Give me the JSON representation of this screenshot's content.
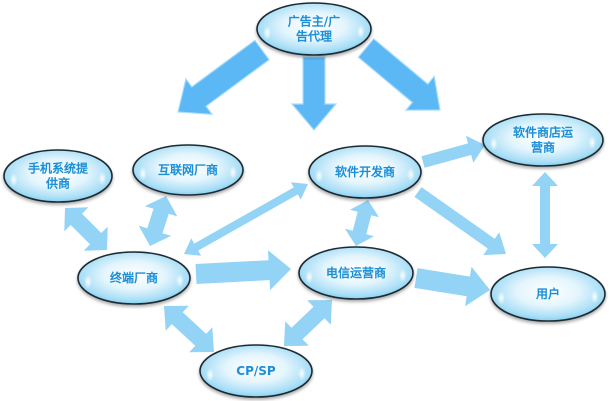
{
  "diagram": {
    "title": "移动互联网产业链",
    "colors": {
      "arrow_dark": "#5bb8f5",
      "arrow_light": "#93d3f5",
      "node_fill_center": "#ffffff",
      "node_fill_edge": "#7fcff2",
      "node_stroke": "#1e2a33",
      "label": "#1a8fd6"
    },
    "nodes": [
      {
        "id": "advertiser",
        "lines": [
          "广告主/广",
          "告代理"
        ]
      },
      {
        "id": "os-provider",
        "lines": [
          "手机系统提",
          "供商"
        ]
      },
      {
        "id": "internet-vendor",
        "lines": [
          "互联网厂商"
        ]
      },
      {
        "id": "software-developer",
        "lines": [
          "软件开发商"
        ]
      },
      {
        "id": "app-store-operator",
        "lines": [
          "软件商店运",
          "营商"
        ]
      },
      {
        "id": "terminal-vendor",
        "lines": [
          "终端厂商"
        ]
      },
      {
        "id": "telecom-operator",
        "lines": [
          "电信运营商"
        ]
      },
      {
        "id": "user",
        "lines": [
          "用户"
        ]
      },
      {
        "id": "cp-sp",
        "lines": [
          "CP/SP"
        ]
      }
    ],
    "edges": [
      {
        "from": "advertiser",
        "to": "internet-vendor",
        "type": "one-way",
        "style": "dark"
      },
      {
        "from": "advertiser",
        "to": "software-developer",
        "type": "one-way",
        "style": "dark"
      },
      {
        "from": "advertiser",
        "to": "app-store-operator",
        "type": "one-way",
        "style": "dark"
      },
      {
        "from": "os-provider",
        "to": "terminal-vendor",
        "type": "two-way",
        "style": "light"
      },
      {
        "from": "internet-vendor",
        "to": "terminal-vendor",
        "type": "two-way",
        "style": "light"
      },
      {
        "from": "software-developer",
        "to": "terminal-vendor",
        "type": "two-way",
        "style": "light"
      },
      {
        "from": "software-developer",
        "to": "app-store-operator",
        "type": "one-way",
        "style": "light"
      },
      {
        "from": "software-developer",
        "to": "telecom-operator",
        "type": "two-way",
        "style": "light"
      },
      {
        "from": "software-developer",
        "to": "user",
        "type": "one-way",
        "style": "light"
      },
      {
        "from": "app-store-operator",
        "to": "user",
        "type": "two-way",
        "style": "light"
      },
      {
        "from": "terminal-vendor",
        "to": "telecom-operator",
        "type": "one-way",
        "style": "light"
      },
      {
        "from": "telecom-operator",
        "to": "user",
        "type": "one-way",
        "style": "light"
      },
      {
        "from": "terminal-vendor",
        "to": "cp-sp",
        "type": "two-way",
        "style": "light"
      },
      {
        "from": "telecom-operator",
        "to": "cp-sp",
        "type": "two-way",
        "style": "light"
      }
    ]
  }
}
